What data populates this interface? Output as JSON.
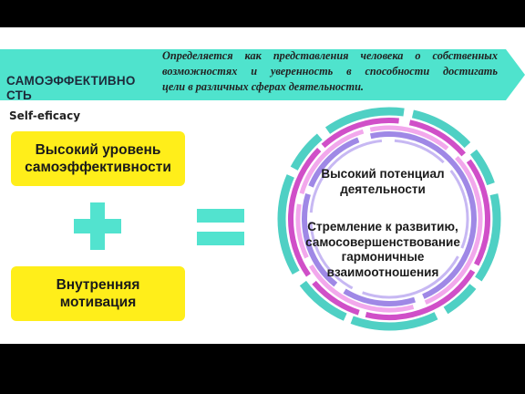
{
  "header": {
    "title": "САМОЭФФЕКТИВНОСТЬ",
    "title_line1": "САМОЭФФЕКТИВНО",
    "title_line2": "СТЬ",
    "subtitle": "Self-eficacy",
    "definition_line1": "Определяется как представления человека о собственных",
    "definition_line2": "возможностях и уверенность в способности достигать",
    "definition_line3": "цели в различных сферах деятельности."
  },
  "factors": [
    {
      "label_line1": "Высокий уровень",
      "label_line2": "самоэффективности"
    },
    {
      "label_line1": "Внутренняя",
      "label_line2": "мотивация"
    }
  ],
  "operators": {
    "plus": "plus-icon",
    "equals": "equals-icon"
  },
  "result": {
    "line1": "Высокий потенциал",
    "line2": "деятельности",
    "line3": "Стремление к развитию,",
    "line4": "самосовершенствование",
    "line5": "гармоничные",
    "line6": "взаимоотношения"
  },
  "colors": {
    "banner": "#4fe3cd",
    "factor_box": "#ffee1a",
    "operator": "#52e3cf",
    "ring_teal": "#4fd0c4",
    "ring_magenta": "#d04fc8",
    "ring_violet": "#9f88e6",
    "ring_pink": "#f2a8ec"
  }
}
